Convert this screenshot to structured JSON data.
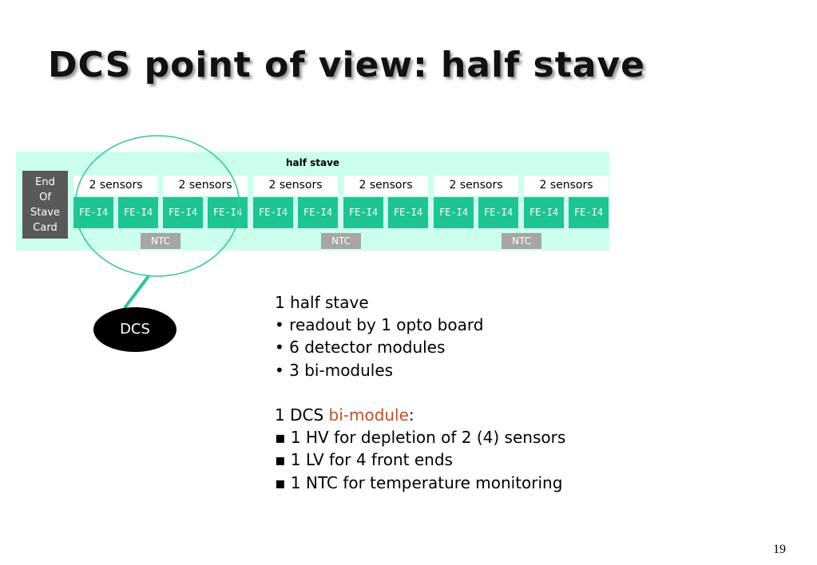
{
  "title": "DCS point of view: half stave",
  "diagram": {
    "stave_label": "half stave",
    "end_of_stave": [
      "End",
      "Of",
      "Stave",
      "Card"
    ],
    "modules": [
      {
        "label": "2 sensors",
        "chips": [
          "FE-I4",
          "FE-I4"
        ]
      },
      {
        "label": "2 sensors",
        "chips": [
          "FE-I4",
          "FE-I4"
        ]
      },
      {
        "label": "2 sensors",
        "chips": [
          "FE-I4",
          "FE-I4"
        ]
      },
      {
        "label": "2 sensors",
        "chips": [
          "FE-I4",
          "FE-I4"
        ]
      },
      {
        "label": "2 sensors",
        "chips": [
          "FE-I4",
          "FE-I4"
        ]
      },
      {
        "label": "2 sensors",
        "chips": [
          "FE-I4",
          "FE-I4"
        ]
      }
    ],
    "ntc": [
      "NTC",
      "NTC",
      "NTC"
    ],
    "dcs_label": "DCS",
    "colors": {
      "band": "#ccffee",
      "chip": "#1ec492",
      "end_of_stave": "#595959",
      "ntc": "#a6a6a6",
      "highlight_circle": "#2ec4a0",
      "highlight_text": "#c0502a"
    }
  },
  "info": {
    "block1": {
      "heading": "1 half stave",
      "bullets": [
        "• readout by 1 opto board",
        "• 6 detector modules",
        "• 3 bi-modules"
      ]
    },
    "block2": {
      "heading_prefix": "1 DCS ",
      "heading_highlight": "bi-module",
      "heading_suffix": ":",
      "bullets": [
        "▪ 1 HV for depletion of 2 (4) sensors",
        "▪ 1 LV for 4 front ends",
        "▪ 1 NTC for temperature monitoring"
      ]
    }
  },
  "page_number": "19"
}
